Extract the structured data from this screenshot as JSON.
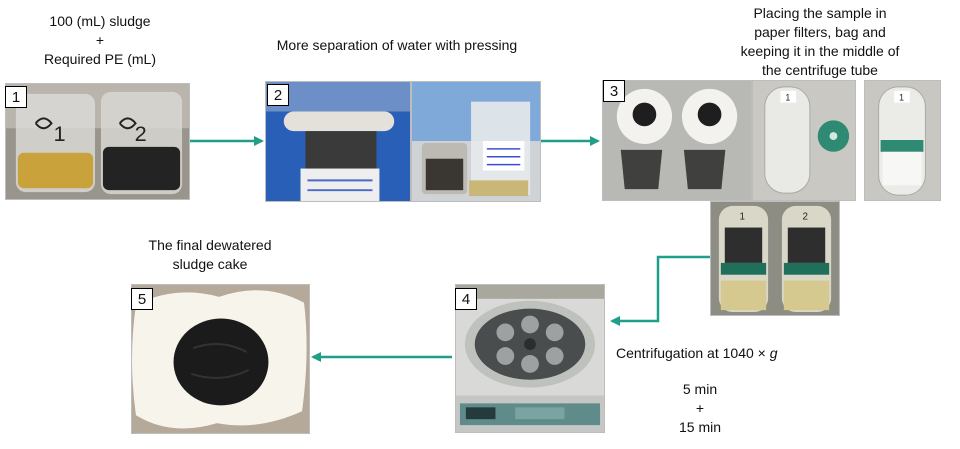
{
  "steps": [
    {
      "number": "1",
      "caption_lines": [
        "100 (mL)  sludge",
        "+",
        "Required PE (mL)"
      ]
    },
    {
      "number": "2",
      "caption_lines": [
        "More separation of water with pressing"
      ]
    },
    {
      "number": "3",
      "caption_lines": [
        "Placing the sample in",
        "paper filters, bag and",
        "keeping it in the middle of",
        "the centrifuge tube"
      ]
    },
    {
      "number": "4",
      "caption_prefix": "Centrifugation at 1040 × ",
      "caption_g": "g",
      "time_1": "5 min",
      "time_plus": "+",
      "time_2": "15 min"
    },
    {
      "number": "5",
      "caption_lines": [
        "The final dewatered",
        "sludge cake"
      ]
    }
  ],
  "photo_labels": {
    "jar_left": "1",
    "jar_right": "2",
    "tube_1": "1",
    "tube_2": "1",
    "tube_pair_left": "1",
    "tube_pair_right": "2"
  },
  "colors": {
    "arrow": "#1f9e89",
    "number_border": "#000000"
  }
}
